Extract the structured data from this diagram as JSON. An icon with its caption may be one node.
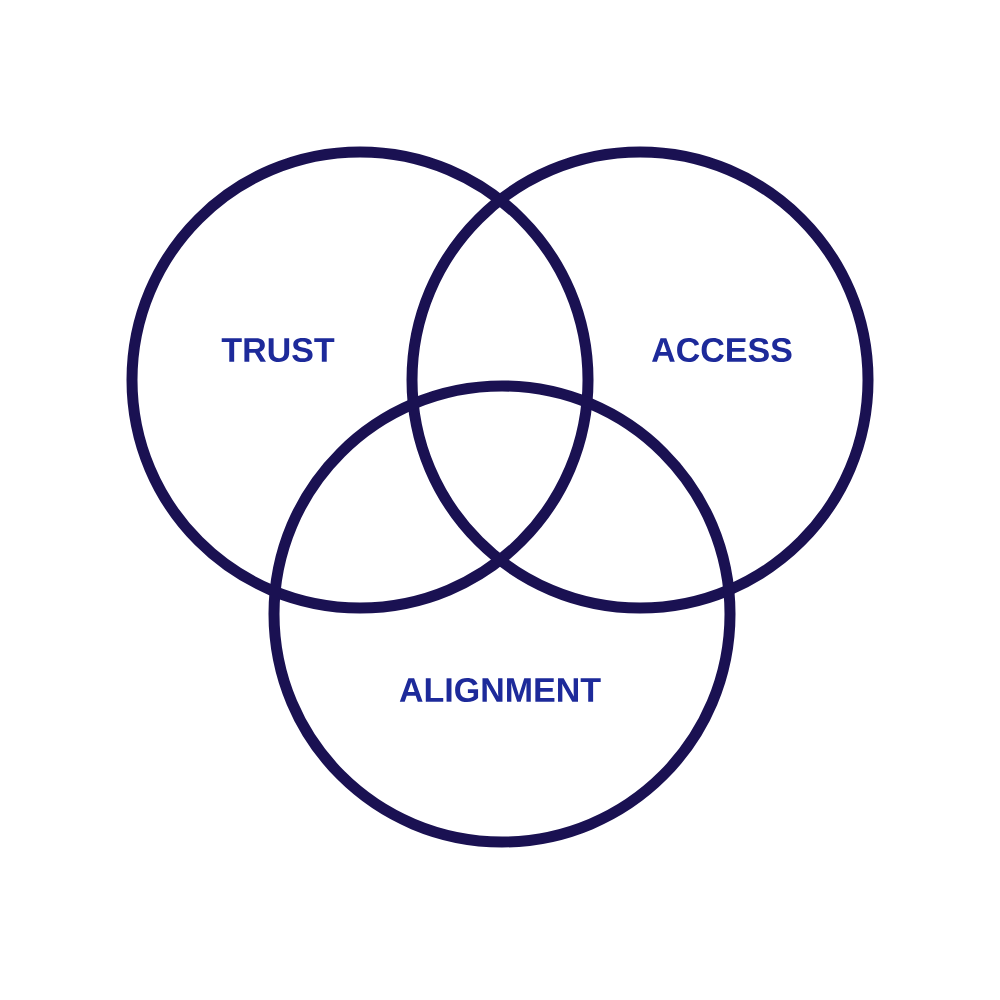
{
  "diagram": {
    "nodes": [
      {
        "text": [
          "TRUST"
        ]
      },
      {
        "text": [
          "ACCESS"
        ]
      },
      {
        "text": [
          "ALIGNMENT"
        ]
      }
    ]
  }
}
